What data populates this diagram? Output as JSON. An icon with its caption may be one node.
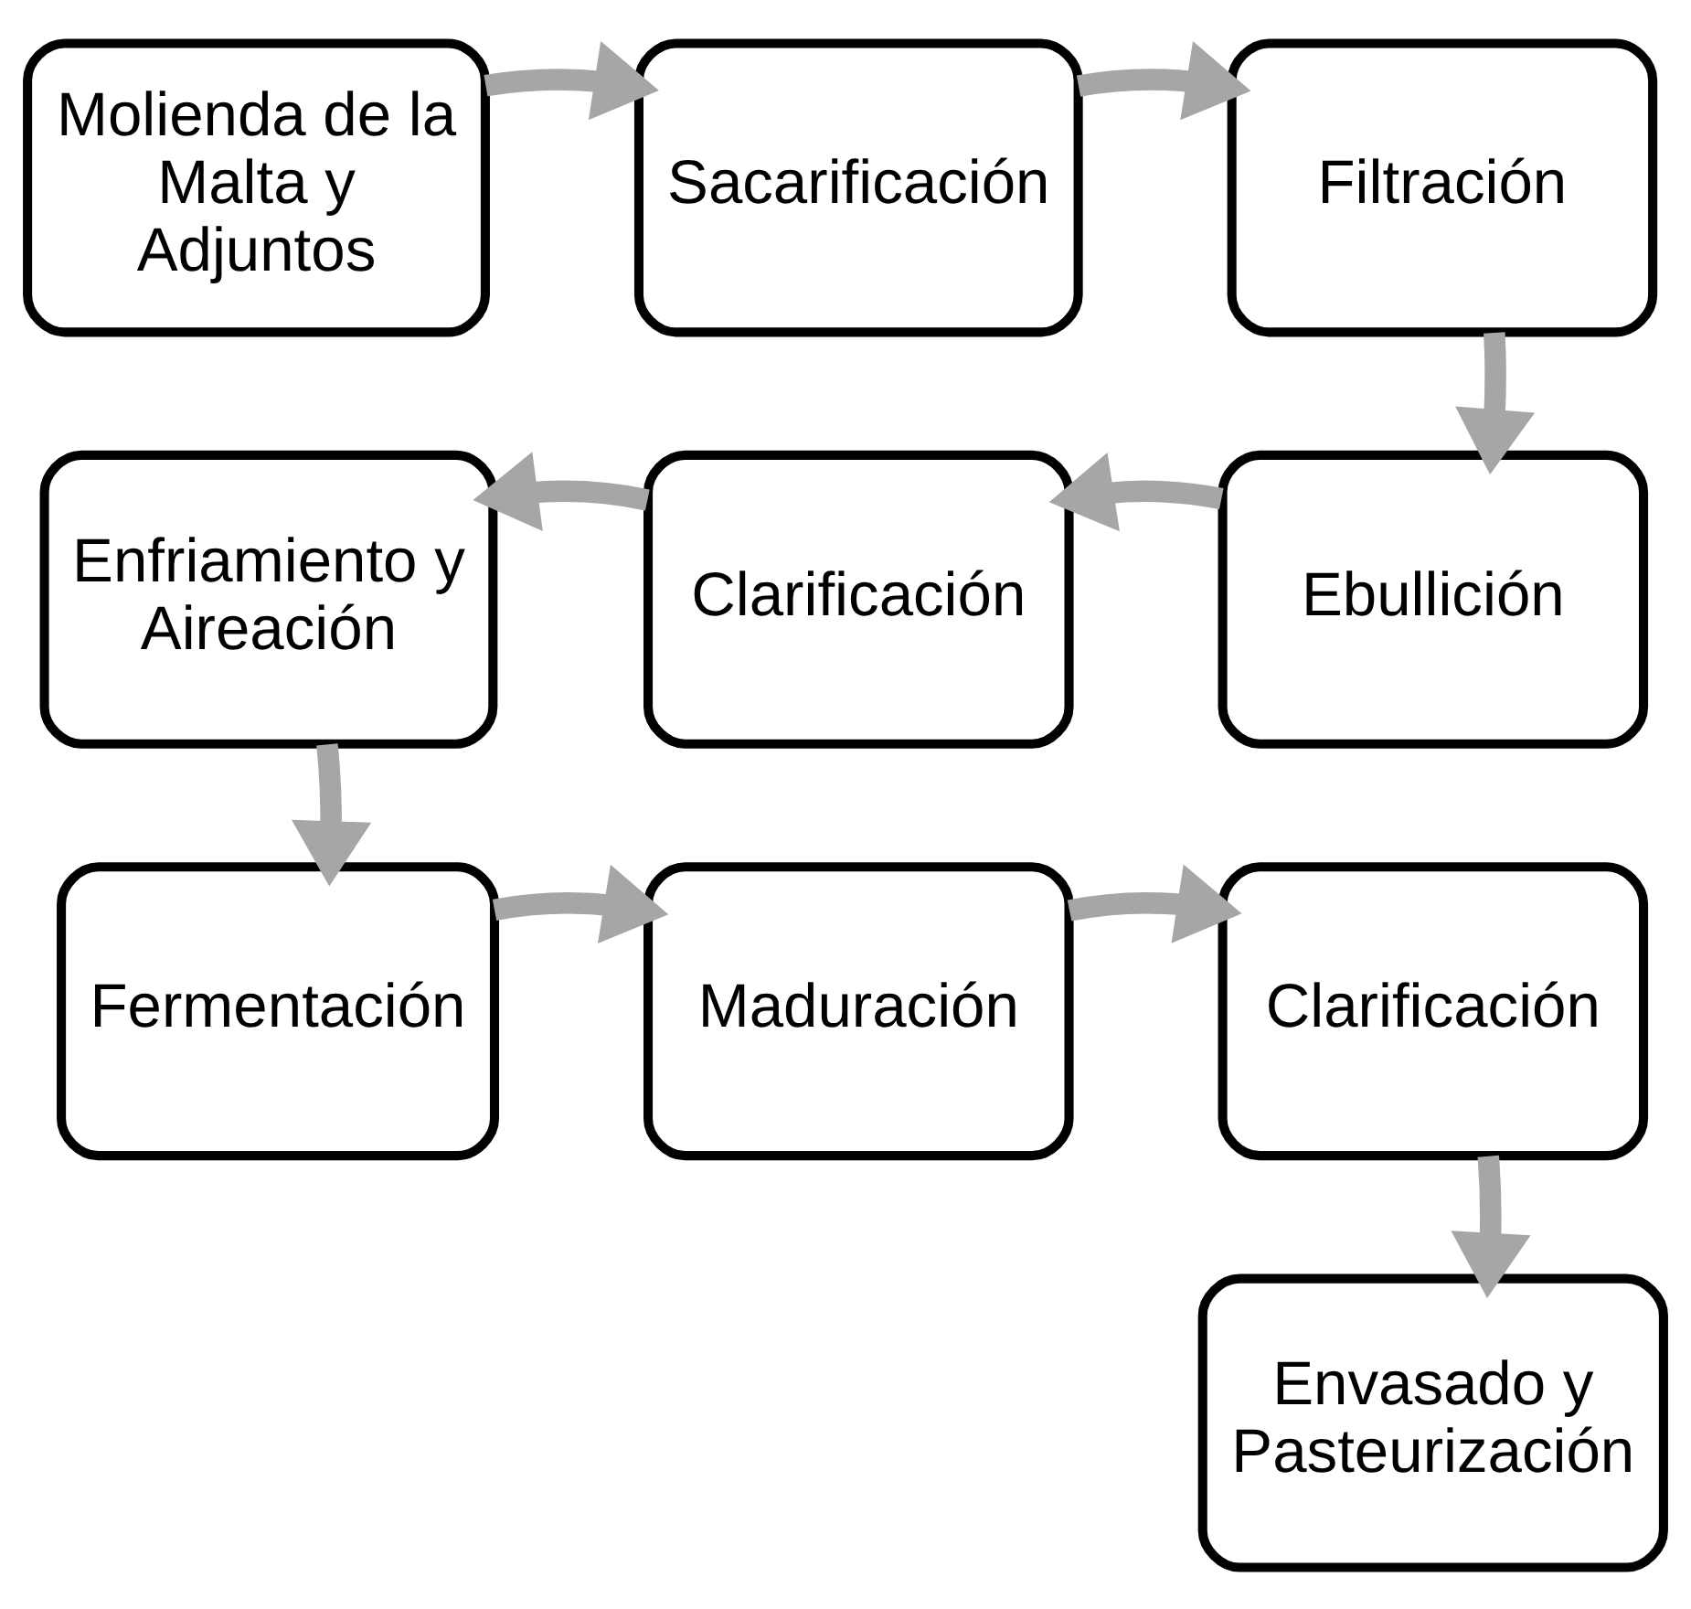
{
  "diagram": {
    "nodes": [
      {
        "text": [
          "Molienda de la Malta y Adjuntos"
        ]
      },
      {
        "text": [
          "Sacarificación"
        ]
      },
      {
        "text": [
          "Filtración"
        ]
      },
      {
        "text": [
          "Ebullición"
        ]
      },
      {
        "text": [
          "Clarificación"
        ]
      },
      {
        "text": [
          "Enfriamiento y Aireación"
        ]
      },
      {
        "text": [
          "Fermentación"
        ]
      },
      {
        "text": [
          "Maduración"
        ]
      },
      {
        "text": [
          "Clarificación"
        ]
      },
      {
        "text": [
          "Envasado y Pasteurización"
        ]
      }
    ],
    "edges": [
      {
        "from": 0,
        "to": 1,
        "arrow": "to"
      },
      {
        "from": 1,
        "to": 2,
        "arrow": "to"
      },
      {
        "from": 2,
        "to": 3,
        "arrow": "to"
      },
      {
        "from": 3,
        "to": 4,
        "arrow": "to"
      },
      {
        "from": 4,
        "to": 5,
        "arrow": "to"
      },
      {
        "from": 5,
        "to": 6,
        "arrow": "to"
      },
      {
        "from": 6,
        "to": 7,
        "arrow": "to"
      },
      {
        "from": 7,
        "to": 8,
        "arrow": "to"
      },
      {
        "from": 8,
        "to": 9,
        "arrow": "to"
      }
    ]
  }
}
